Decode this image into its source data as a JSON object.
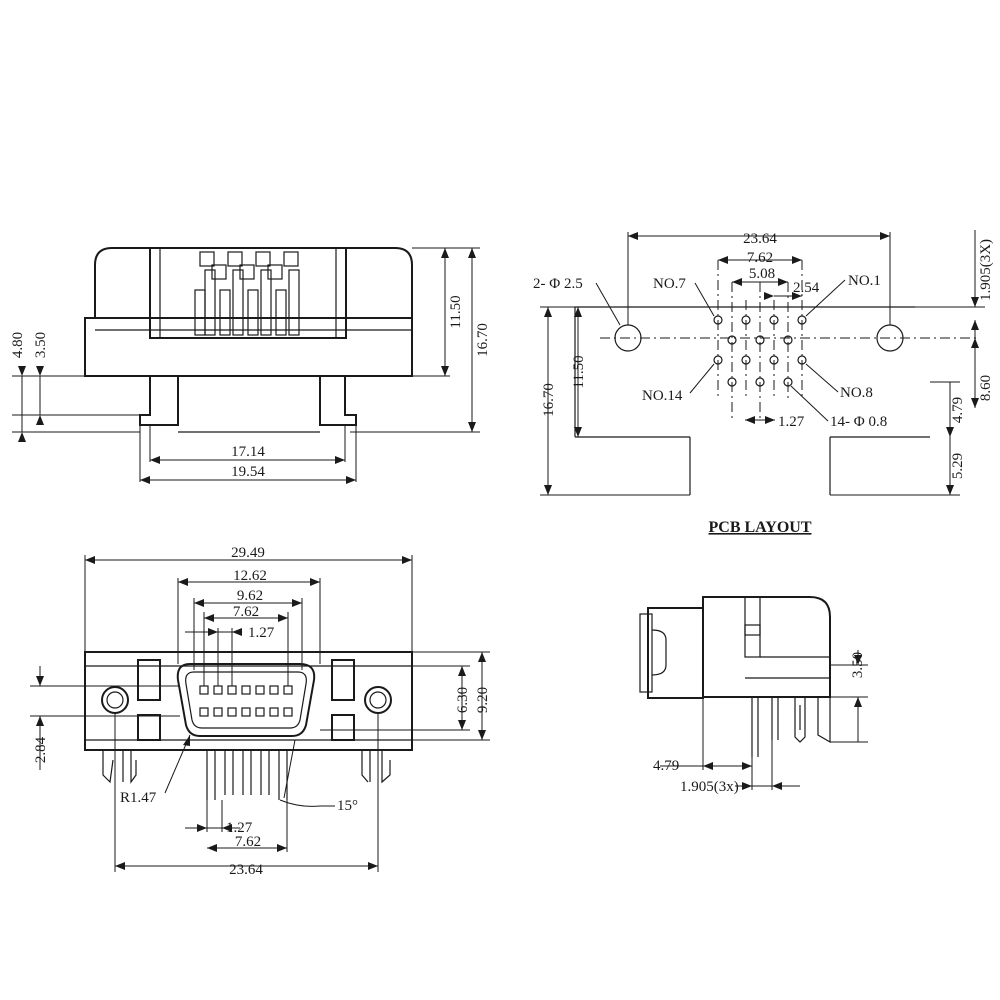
{
  "top_view": {
    "dims": {
      "h_11_50": "11.50",
      "h_16_70": "16.70",
      "v_4_80": "4.80",
      "v_3_50": "3.50",
      "w_17_14": "17.14",
      "w_19_54": "19.54"
    }
  },
  "pcb_layout": {
    "title": "PCB LAYOUT",
    "labels": {
      "holes_mount": "2- Φ 2.5",
      "no7": "NO.7",
      "no1": "NO.1",
      "no14": "NO.14",
      "no8": "NO.8",
      "holes_pin": "14- Φ 0.8"
    },
    "dims": {
      "w_23_64": "23.64",
      "w_7_62": "7.62",
      "w_5_08": "5.08",
      "w_2_54": "2.54",
      "w_1_27": "1.27",
      "v_1_905": "1.905(3X)",
      "v_8_60": "8.60",
      "v_4_79": "4.79",
      "v_5_29": "5.29",
      "v_11_50": "11.50",
      "v_16_70": "16.70"
    }
  },
  "front_view": {
    "dims": {
      "w_29_49": "29.49",
      "w_12_62": "12.62",
      "w_9_62": "9.62",
      "w_7_62_top": "7.62",
      "w_1_27_top": "1.27",
      "h_6_30": "6.30",
      "h_9_20": "9.20",
      "v_2_84": "2.84",
      "radius": "R1.47",
      "angle": "15°",
      "w_1_27_bottom": "1.27",
      "w_7_62_bottom": "7.62",
      "w_23_64": "23.64"
    }
  },
  "side_view": {
    "dims": {
      "v_3_50": "3.50",
      "h_4_79": "4.79",
      "h_1_905": "1.905(3x)"
    }
  }
}
